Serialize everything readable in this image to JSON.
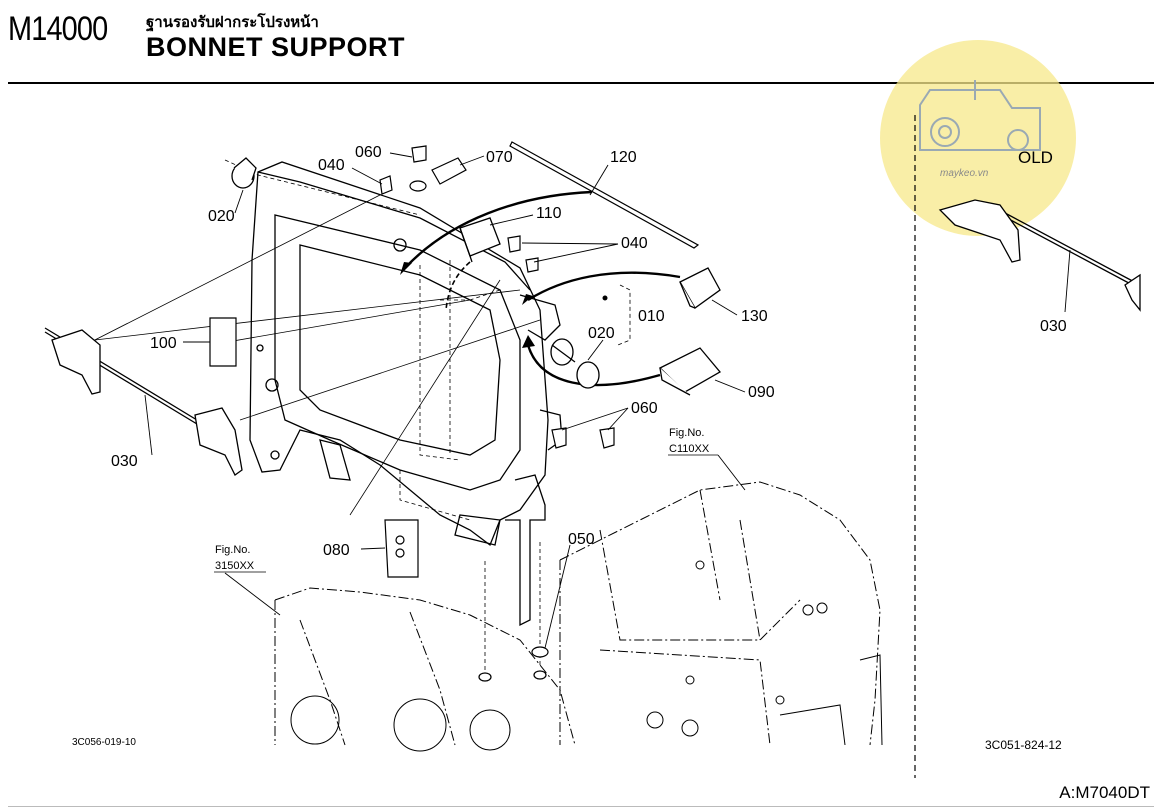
{
  "header": {
    "code": "M14000",
    "title_thai": "ฐานรองรับฝากระโปรงหน้า",
    "title": "BONNET SUPPORT"
  },
  "watermark": {
    "label": "OLD",
    "site": "maykeo.vn",
    "circle_color": "#f7e88a"
  },
  "parts": {
    "p010": "010",
    "p020_top": "020",
    "p020_mid": "020",
    "p030_left": "030",
    "p030_right": "030",
    "p040_top": "040",
    "p040_mid": "040",
    "p050": "050",
    "p060_top": "060",
    "p060_low": "060",
    "p070": "070",
    "p080": "080",
    "p090": "090",
    "p100": "100",
    "p110": "110",
    "p120": "120",
    "p130": "130"
  },
  "fig_refs": {
    "ref1_label": "Fig.No.",
    "ref1_number": "3150XX",
    "ref2_label": "Fig.No.",
    "ref2_number": "C110XX"
  },
  "drawing_codes": {
    "left": "3C056-019-10",
    "right": "3C051-824-12"
  },
  "footer": {
    "model": "A:M7040DT"
  }
}
